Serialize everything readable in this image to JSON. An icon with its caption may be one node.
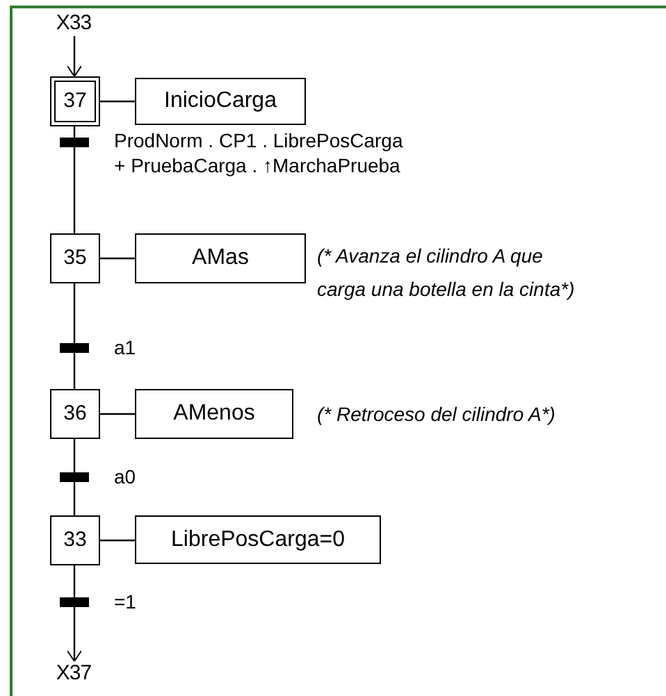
{
  "diagram": {
    "nodes": [
      {
        "text": [
          "X33"
        ]
      },
      {
        "text": [
          "37"
        ]
      },
      {
        "text": [
          "InicioCarga"
        ]
      },
      {
        "text": [],
        "shape": "bar"
      },
      {
        "text": [
          "35"
        ]
      },
      {
        "text": [
          "AMas"
        ]
      },
      {
        "text": [],
        "shape": "bar",
        "beside": [
          "a1"
        ]
      },
      {
        "text": [
          "36"
        ]
      },
      {
        "text": [
          "AMenos"
        ]
      },
      {
        "text": [],
        "shape": "bar",
        "beside": [
          "a0"
        ]
      },
      {
        "text": [
          "33"
        ]
      },
      {
        "text": [
          "LibrePosCarga=0"
        ]
      },
      {
        "text": [],
        "shape": "bar",
        "beside": [
          "=1"
        ]
      },
      {
        "text": [
          "X37"
        ]
      }
    ],
    "edges": [
      {
        "from": 0,
        "to": 1,
        "arrow": "to"
      },
      {
        "from": 1,
        "to": 2,
        "arrow": "none"
      },
      {
        "from": 1,
        "to": 3,
        "arrow": "none"
      },
      {
        "from": 3,
        "to": 4,
        "arrow": "none"
      },
      {
        "from": 4,
        "to": 5,
        "arrow": "none"
      },
      {
        "from": 4,
        "to": 6,
        "arrow": "none"
      },
      {
        "from": 6,
        "to": 7,
        "arrow": "none"
      },
      {
        "from": 7,
        "to": 8,
        "arrow": "none"
      },
      {
        "from": 7,
        "to": 9,
        "arrow": "none"
      },
      {
        "from": 9,
        "to": 10,
        "arrow": "none"
      },
      {
        "from": 10,
        "to": 11,
        "arrow": "none"
      },
      {
        "from": 10,
        "to": 12,
        "arrow": "none"
      },
      {
        "from": 12,
        "to": 13,
        "arrow": "to"
      }
    ],
    "labels": [
      "ProdNorm . CP1 . LibrePosCarga + PruebaCarga . ↑MarchaPrueba",
      "(* Avanza el cilindro A que carga una botella en la cinta*)",
      "(* Retroceso del cilindro A*)"
    ]
  }
}
